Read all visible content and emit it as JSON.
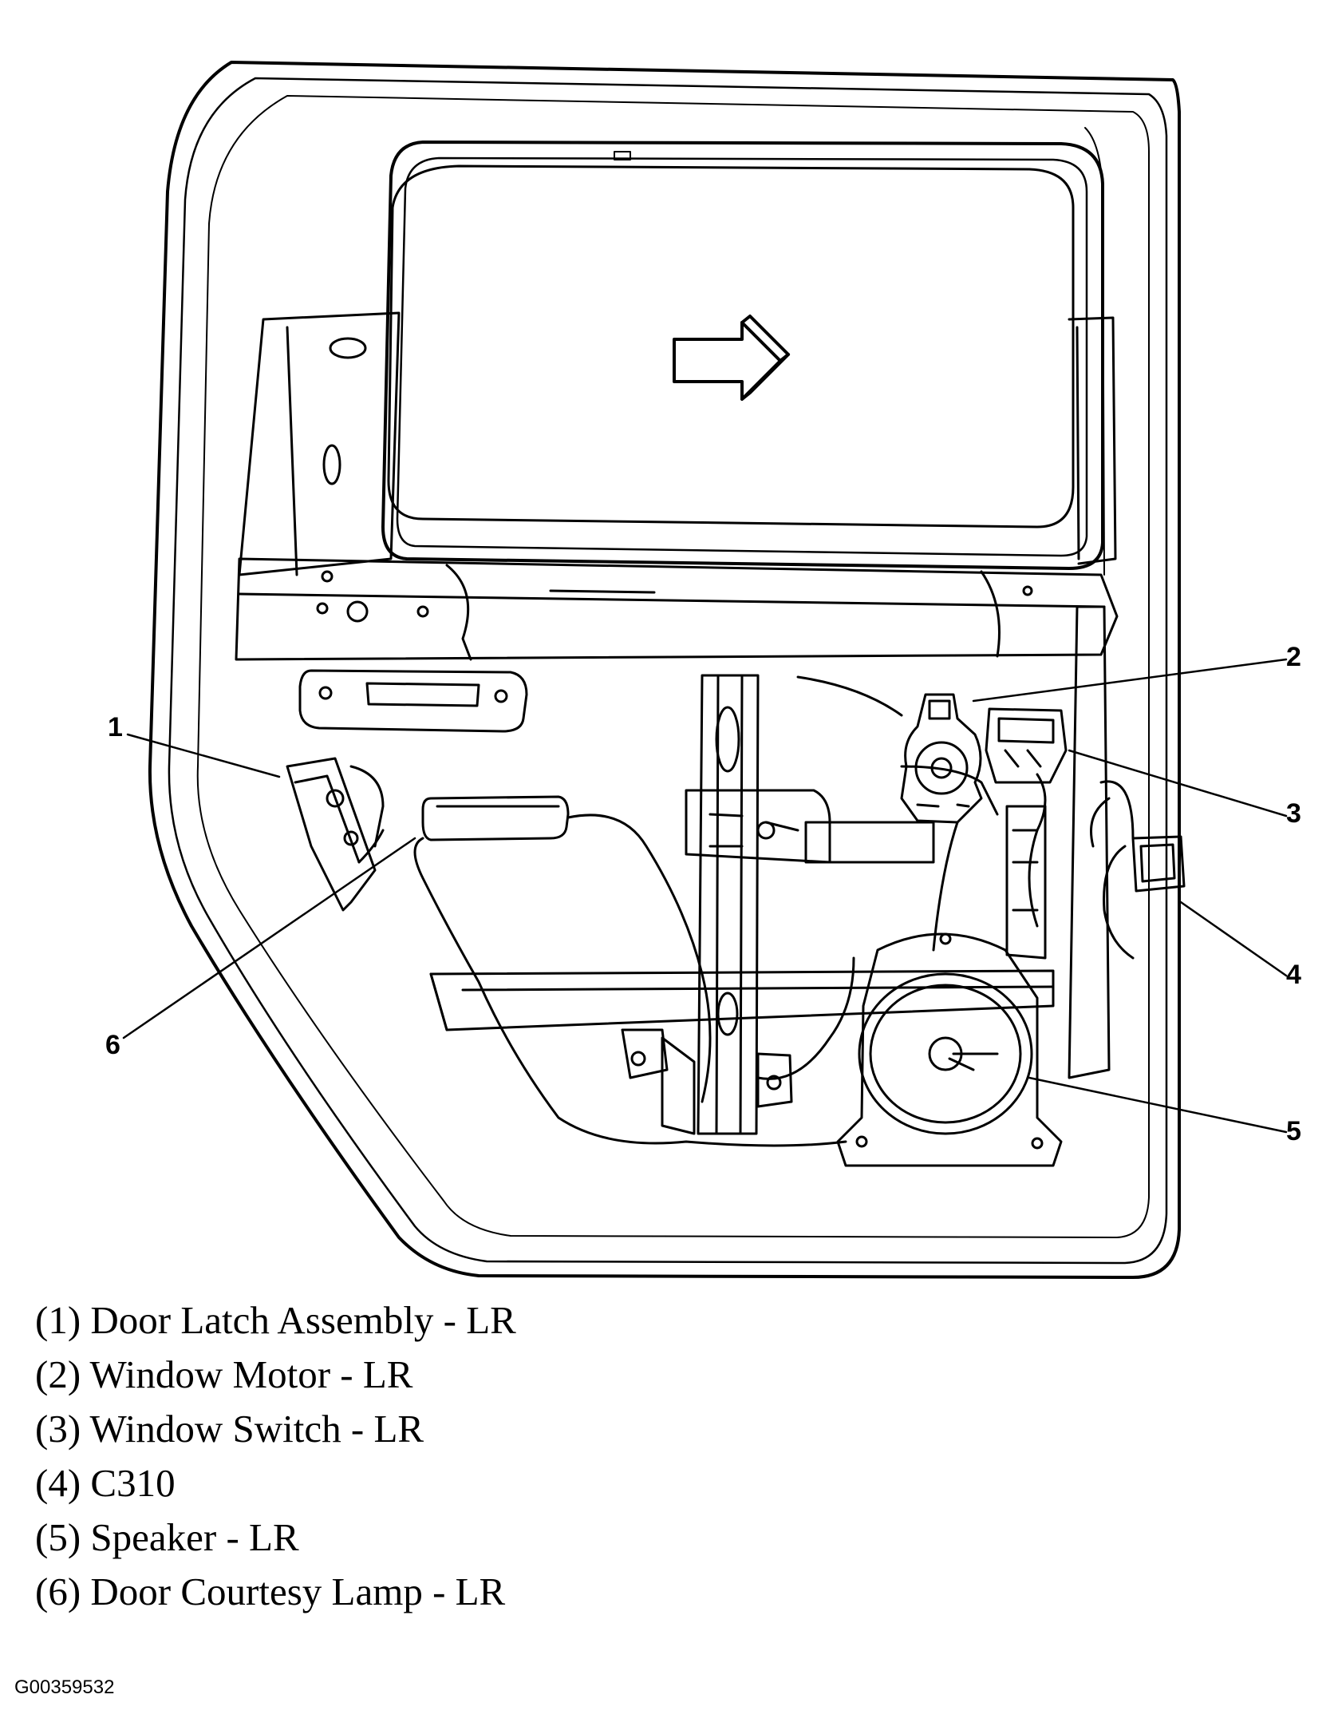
{
  "callouts": [
    {
      "number": "1",
      "label": "(1) Door Latch Assembly - LR"
    },
    {
      "number": "2",
      "label": "(2) Window Motor - LR"
    },
    {
      "number": "3",
      "label": "(3) Window Switch - LR"
    },
    {
      "number": "4",
      "label": "(4) C310"
    },
    {
      "number": "5",
      "label": "(5) Speaker - LR"
    },
    {
      "number": "6",
      "label": "(6) Door Courtesy Lamp - LR"
    }
  ],
  "figure_id": "G00359532",
  "icons": {
    "direction": "forward-arrow-icon"
  }
}
